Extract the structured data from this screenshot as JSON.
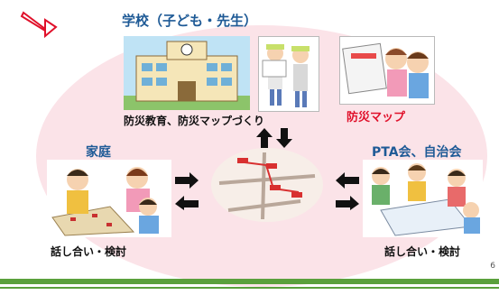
{
  "school": {
    "title": "学校（子ども・先生）",
    "caption": "防災教育、防災マップづくり"
  },
  "bousai_map": {
    "label": "防災マップ"
  },
  "home": {
    "title": "家庭",
    "caption": "話し合い・検討"
  },
  "pta": {
    "title": "PTA会、自治会",
    "caption": "話し合い・検討"
  },
  "page_number": "6",
  "colors": {
    "title_text": "#1e5a96",
    "accent_red": "#e0102a",
    "background_blob": "#fbe3e8",
    "footer_green": "#5aa03c",
    "arrow": "#111111"
  }
}
